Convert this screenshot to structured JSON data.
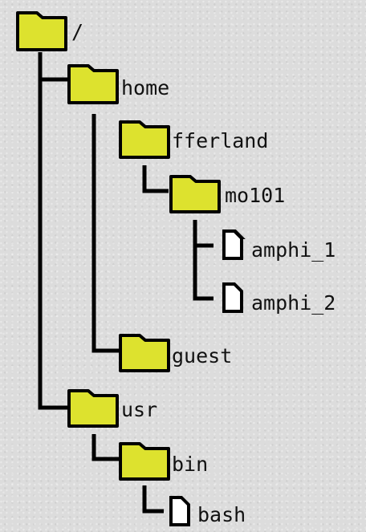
{
  "tree": {
    "folder_color": "#dde22e",
    "line_color": "#000000",
    "nodes": [
      {
        "id": "root",
        "label": "/",
        "type": "folder-icon"
      },
      {
        "id": "home",
        "label": "home",
        "type": "folder-icon"
      },
      {
        "id": "fferland",
        "label": "fferland",
        "type": "folder-icon"
      },
      {
        "id": "mo101",
        "label": "mo101",
        "type": "folder-icon"
      },
      {
        "id": "amphi_1",
        "label": "amphi_1",
        "type": "file-icon"
      },
      {
        "id": "amphi_2",
        "label": "amphi_2",
        "type": "file-icon"
      },
      {
        "id": "guest",
        "label": "guest",
        "type": "folder-icon"
      },
      {
        "id": "usr",
        "label": "usr",
        "type": "folder-icon"
      },
      {
        "id": "bin",
        "label": "bin",
        "type": "folder-icon"
      },
      {
        "id": "bash",
        "label": "bash",
        "type": "file-icon"
      }
    ]
  }
}
